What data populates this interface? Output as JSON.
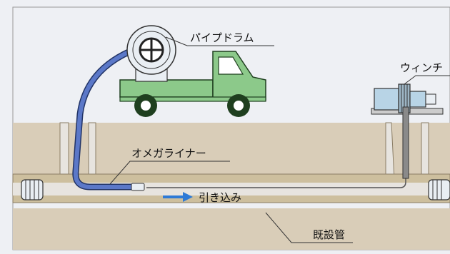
{
  "labels": {
    "pipe_drum": "パイプドラム",
    "winch": "ウィンチ",
    "omega_liner": "オメガライナー",
    "pull_in": "引き込み",
    "existing_pipe": "既設管"
  },
  "colors": {
    "sky": "#eef0f4",
    "ground": "#d9cdb8",
    "ground_dark": "#c9bba3",
    "pipe_wall": "#cdbf9e",
    "pipe_inside": "#e7e4df",
    "truck": "#8cc98a",
    "truck_outline": "#1f3f1f",
    "liner": "#5b78c8",
    "liner_outline": "#223466",
    "drum": "#e9eef3",
    "winch_body": "#b8d4e6",
    "arrow": "#2e7ad6",
    "label_text": "#111111"
  }
}
